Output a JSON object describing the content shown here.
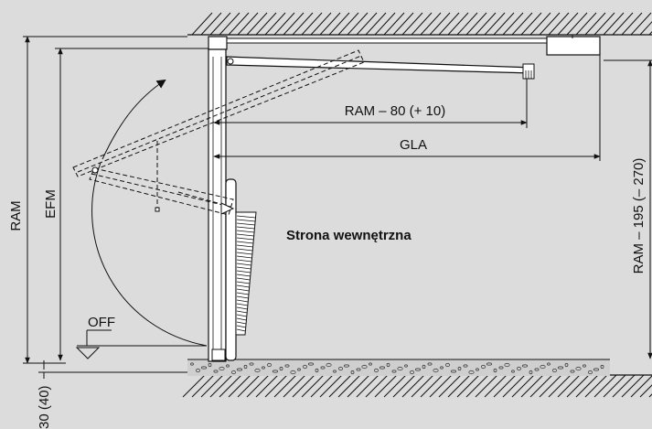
{
  "labels": {
    "ram_left": "RAM",
    "efm": "EFM",
    "ram_minus_80": "RAM – 80 (+ 10)",
    "gla": "GLA",
    "ram_minus_195": "RAM – 195 (– 270)",
    "strona": "Strona wewnętrzna",
    "off": "OFF",
    "dim_30_40": "30 (40)"
  },
  "colors": {
    "background": "#dcdcdc",
    "line": "#111111",
    "door_fill": "#ffffff"
  }
}
